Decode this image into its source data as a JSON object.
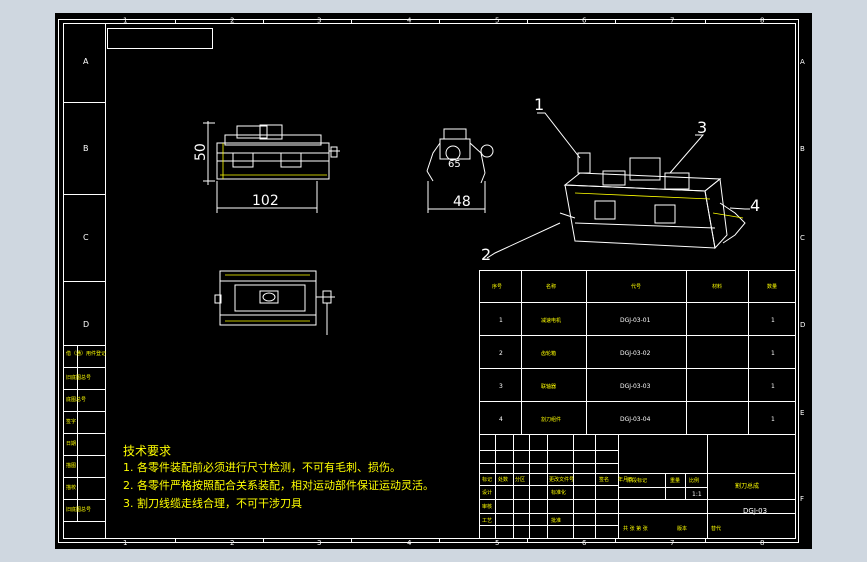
{
  "viewport": {
    "background_color": "#cfd7e0",
    "drawing_background": "#000000",
    "line_color": "#ffffff",
    "accent_color": "#ffff00"
  },
  "frame": {
    "col_numbers_top": [
      "1",
      "2",
      "3",
      "4",
      "5",
      "6",
      "7",
      "8"
    ],
    "col_numbers_bottom": [
      "1",
      "2",
      "3",
      "4",
      "5",
      "6",
      "7",
      "8"
    ],
    "row_letters_left": [
      "A",
      "B",
      "C",
      "D"
    ],
    "row_letters_right": [
      "A",
      "B",
      "C",
      "D",
      "E",
      "F"
    ]
  },
  "left_sidebar": {
    "labels": [
      "借（通）用件登记",
      "旧底图总号",
      "底图总号",
      "签字",
      "日期",
      "描图",
      "描校",
      "旧底图总号"
    ]
  },
  "views": {
    "front": {
      "dim_width": "102",
      "dim_height": "50"
    },
    "side": {
      "dim_width": "48",
      "dim_extra": "65"
    }
  },
  "callouts": [
    "1",
    "2",
    "3",
    "4"
  ],
  "parts_table": {
    "headers": [
      "序号",
      "名称",
      "代号",
      "材料",
      "数量"
    ],
    "rows": [
      {
        "no": "1",
        "name": "减速电机",
        "code": "DGJ-03-01",
        "mat": "",
        "qty": "1"
      },
      {
        "no": "2",
        "name": "齿轮箱",
        "code": "DGJ-03-02",
        "mat": "",
        "qty": "1"
      },
      {
        "no": "3",
        "name": "联轴器",
        "code": "DGJ-03-03",
        "mat": "",
        "qty": "1"
      },
      {
        "no": "4",
        "name": "割刀组件",
        "code": "DGJ-03-04",
        "mat": "",
        "qty": "1"
      }
    ]
  },
  "tech_requirements": {
    "title": "技术要求",
    "lines": [
      "1. 各零件装配前必须进行尺寸检测，不可有毛刺、损伤。",
      "2. 各零件严格按照配合关系装配，相对运动部件保证运动灵活。",
      "3. 割刀线缆走线合理，不可干涉刀具"
    ]
  },
  "title_block": {
    "revision_headers": [
      "标记",
      "处数",
      "分区",
      "更改文件号",
      "签名",
      "年月日"
    ],
    "row_labels": [
      "设计",
      "审核",
      "工艺"
    ],
    "sign_labels": [
      "标准化",
      "",
      "批准"
    ],
    "stage_label": "阶段标记",
    "weight_label": "重量",
    "scale_label": "比例",
    "scale_value": "1:1",
    "drawing_name": "割刀总成",
    "drawing_code": "DGJ-03",
    "sheet_text": "共 张  第 张",
    "version": "版本",
    "substitute": "替代"
  }
}
